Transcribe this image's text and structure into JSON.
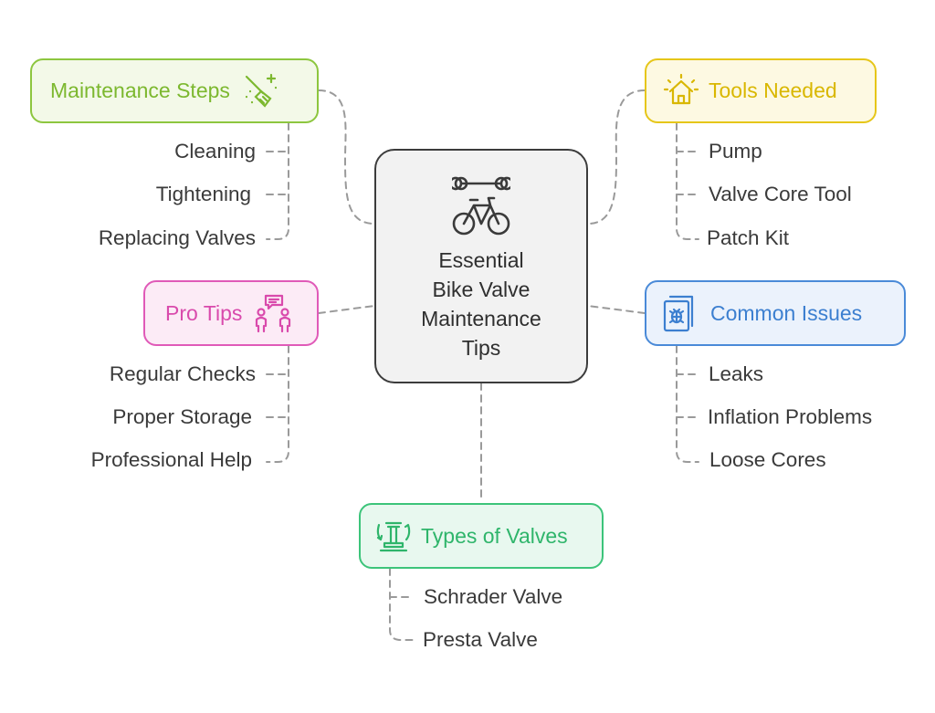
{
  "center": {
    "title_lines": [
      "Essential",
      "Bike Valve",
      "Maintenance",
      "Tips"
    ],
    "icon": "wrench-bicycle-icon"
  },
  "branches": {
    "maintenance_steps": {
      "title": "Maintenance Steps",
      "icon": "broom-sparkle-icon",
      "color": "#8dc63f",
      "items": [
        "Cleaning",
        "Tightening",
        "Replacing Valves"
      ]
    },
    "tools_needed": {
      "title": "Tools Needed",
      "icon": "house-icon",
      "color": "#e6c619",
      "items": [
        "Pump",
        "Valve Core Tool",
        "Patch Kit"
      ]
    },
    "pro_tips": {
      "title": "Pro Tips",
      "icon": "people-chat-icon",
      "color": "#e05ab8",
      "items": [
        "Regular Checks",
        "Proper Storage",
        "Professional Help"
      ]
    },
    "common_issues": {
      "title": "Common Issues",
      "icon": "bug-document-icon",
      "color": "#4a8ad8",
      "items": [
        "Leaks",
        "Inflation Problems",
        "Loose Cores"
      ]
    },
    "types_of_valves": {
      "title": "Types of Valves",
      "icon": "valve-rotate-icon",
      "color": "#3cc47a",
      "items": [
        "Schrader Valve",
        "Presta Valve"
      ]
    }
  }
}
